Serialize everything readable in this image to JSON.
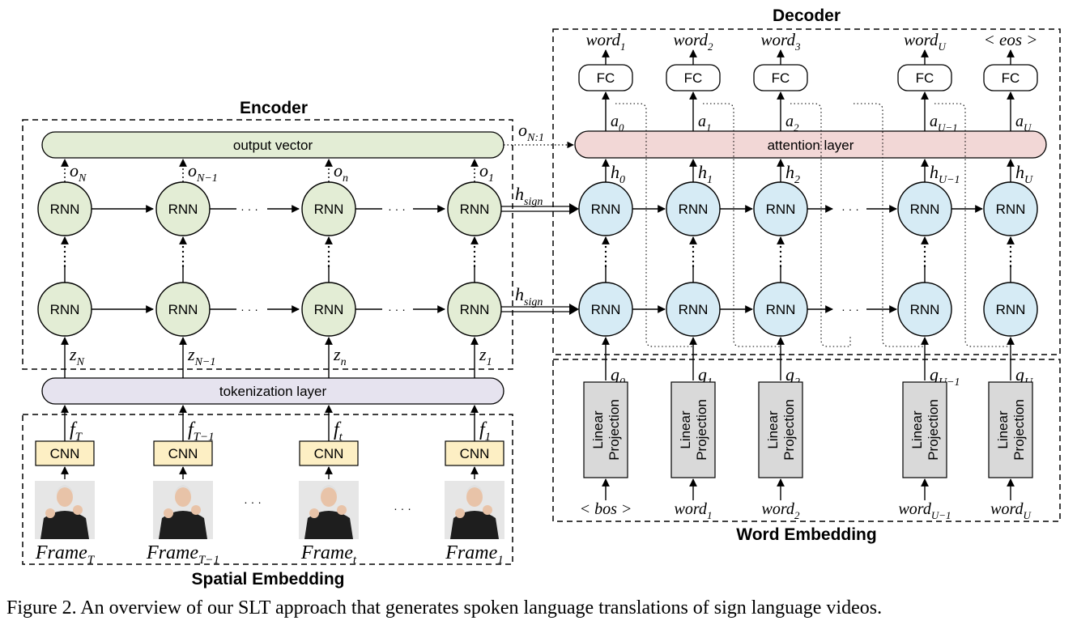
{
  "sections": {
    "encoder": "Encoder",
    "decoder": "Decoder",
    "spatial": "Spatial Embedding",
    "word_embedding": "Word Embedding"
  },
  "layers": {
    "output_vector": "output vector",
    "tokenization": "tokenization layer",
    "attention": "attention layer"
  },
  "nodes": {
    "rnn": "RNN",
    "cnn": "CNN",
    "fc": "FC",
    "linear_line1": "Linear",
    "linear_line2": "Projection"
  },
  "ellipsis": "· · ·",
  "encoder": {
    "columns": [
      {
        "o": [
          "o",
          "N"
        ],
        "z": [
          "z",
          "N"
        ],
        "f": [
          "f",
          "T"
        ],
        "frame": [
          "Frame",
          "T"
        ]
      },
      {
        "o": [
          "o",
          "N−1"
        ],
        "z": [
          "z",
          "N−1"
        ],
        "f": [
          "f",
          "T−1"
        ],
        "frame": [
          "Frame",
          "T−1"
        ]
      },
      {
        "o": [
          "o",
          "n"
        ],
        "z": [
          "z",
          "n"
        ],
        "f": [
          "f",
          "t"
        ],
        "frame": [
          "Frame",
          "t"
        ]
      },
      {
        "o": [
          "o",
          "1"
        ],
        "z": [
          "z",
          "1"
        ],
        "f": [
          "f",
          "1"
        ],
        "frame": [
          "Frame",
          "1"
        ]
      }
    ]
  },
  "links": {
    "o_all": [
      "o",
      "N:1"
    ],
    "h_sign": [
      "h",
      "sign"
    ]
  },
  "decoder": {
    "columns": [
      {
        "word": [
          "word",
          "1"
        ],
        "a": [
          "a",
          "0"
        ],
        "h": [
          "h",
          "0"
        ],
        "g": [
          "g",
          "0"
        ],
        "input": [
          "< bos >",
          ""
        ]
      },
      {
        "word": [
          "word",
          "2"
        ],
        "a": [
          "a",
          "1"
        ],
        "h": [
          "h",
          "1"
        ],
        "g": [
          "g",
          "1"
        ],
        "input": [
          "word",
          "1"
        ]
      },
      {
        "word": [
          "word",
          "3"
        ],
        "a": [
          "a",
          "2"
        ],
        "h": [
          "h",
          "2"
        ],
        "g": [
          "g",
          "2"
        ],
        "input": [
          "word",
          "2"
        ]
      },
      {
        "word": [
          "word",
          "U"
        ],
        "a": [
          "a",
          "U−1"
        ],
        "h": [
          "h",
          "U−1"
        ],
        "g": [
          "g",
          "U−1"
        ],
        "input": [
          "word",
          "U−1"
        ]
      },
      {
        "word": [
          "< eos >",
          ""
        ],
        "a": [
          "a",
          "U"
        ],
        "h": [
          "h",
          "U"
        ],
        "g": [
          "g",
          "U"
        ],
        "input": [
          "word",
          "U"
        ]
      }
    ]
  },
  "caption": "Figure 2. An overview of our SLT approach that generates spoken language translations of sign language videos.",
  "colors": {
    "rnn_encoder": "#e3edd5",
    "rnn_decoder": "#d6ebf5",
    "output_vector": "#e3edd5",
    "attention": "#f2d7d6",
    "tokenization": "#e6e3ef",
    "cnn": "#fdefc4",
    "linear": "#d9d9d9",
    "stroke": "#000000"
  }
}
